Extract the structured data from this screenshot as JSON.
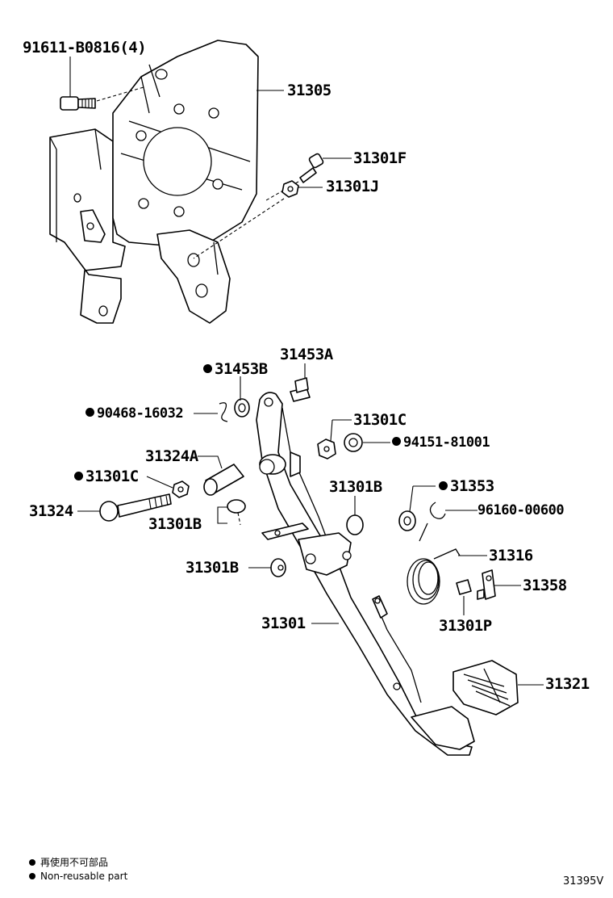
{
  "labels": {
    "bolt_91611": "91611-B0816(4)",
    "bracket_31305": "31305",
    "bolt_31301F": "31301F",
    "nut_31301J": "31301J",
    "pin_31453A": "31453A",
    "bush_31453B": "31453B",
    "clip_90468": "90468-16032",
    "nut_31301C_top": "31301C",
    "nut_94151": "94151-81001",
    "collar_31324A": "31324A",
    "nut_31301C_left": "31301C",
    "bolt_31324": "31324",
    "cushion_31301B_upper": "31301B",
    "stopper_31301B_left": "31301B",
    "stopper_31301B_right": "31301B",
    "bush_31353": "31353",
    "clip_96160": "96160-00600",
    "spring_31316": "31316",
    "bracket_31358": "31358",
    "pedal_lever_31301": "31301",
    "pin_31301P": "31301P",
    "pad_31321": "31321"
  },
  "legend": {
    "japanese": "再使用不可部品",
    "english": "Non-reusable part"
  },
  "diagram_code": "31395V"
}
